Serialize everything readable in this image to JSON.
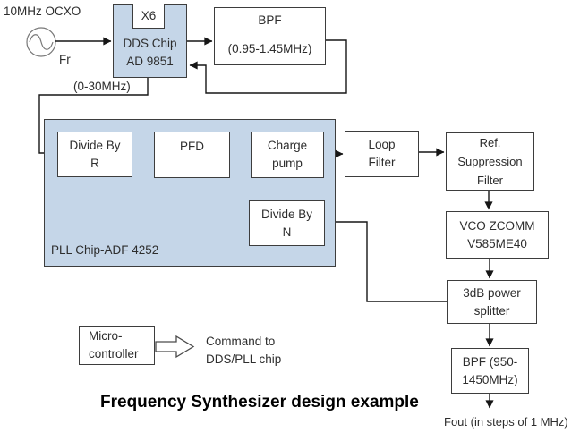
{
  "title": "Frequency Synthesizer design example",
  "colors": {
    "block_fill": "#c5d6e8",
    "box_border": "#3d3d3d",
    "line": "#161616",
    "background": "#ffffff"
  },
  "labels": {
    "ocxo": "10MHz OCXO",
    "fr": "Fr",
    "dds_output_range": "(0-30MHz)",
    "command": [
      "Command to",
      "DDS/PLL chip"
    ],
    "fout": "Fout (in steps of 1 MHz)"
  },
  "blocks": {
    "multiplier": {
      "label": "X6"
    },
    "dds": {
      "lines": [
        "DDS Chip",
        "AD 9851"
      ]
    },
    "bpf_low": {
      "lines": [
        "BPF",
        "(0.95-1.45MHz)"
      ]
    },
    "pll": {
      "label": "PLL Chip-ADF 4252"
    },
    "divide_r": {
      "lines": [
        "Divide By",
        "R"
      ]
    },
    "pfd": {
      "label": "PFD"
    },
    "charge_pump": {
      "lines": [
        "Charge",
        "pump"
      ]
    },
    "divide_n": {
      "lines": [
        "Divide By",
        "N"
      ]
    },
    "loop_filter": {
      "lines": [
        "Loop",
        "Filter"
      ]
    },
    "ref_suppression": {
      "lines": [
        "Ref.",
        "Suppression",
        "Filter"
      ]
    },
    "vco": {
      "lines": [
        "VCO ZCOMM",
        "V585ME40"
      ]
    },
    "splitter": {
      "lines": [
        "3dB power",
        "splitter"
      ]
    },
    "bpf_high": {
      "lines": [
        "BPF (950-",
        "1450MHz)"
      ]
    },
    "microcontroller": {
      "lines": [
        "Micro-",
        "controller"
      ]
    }
  }
}
